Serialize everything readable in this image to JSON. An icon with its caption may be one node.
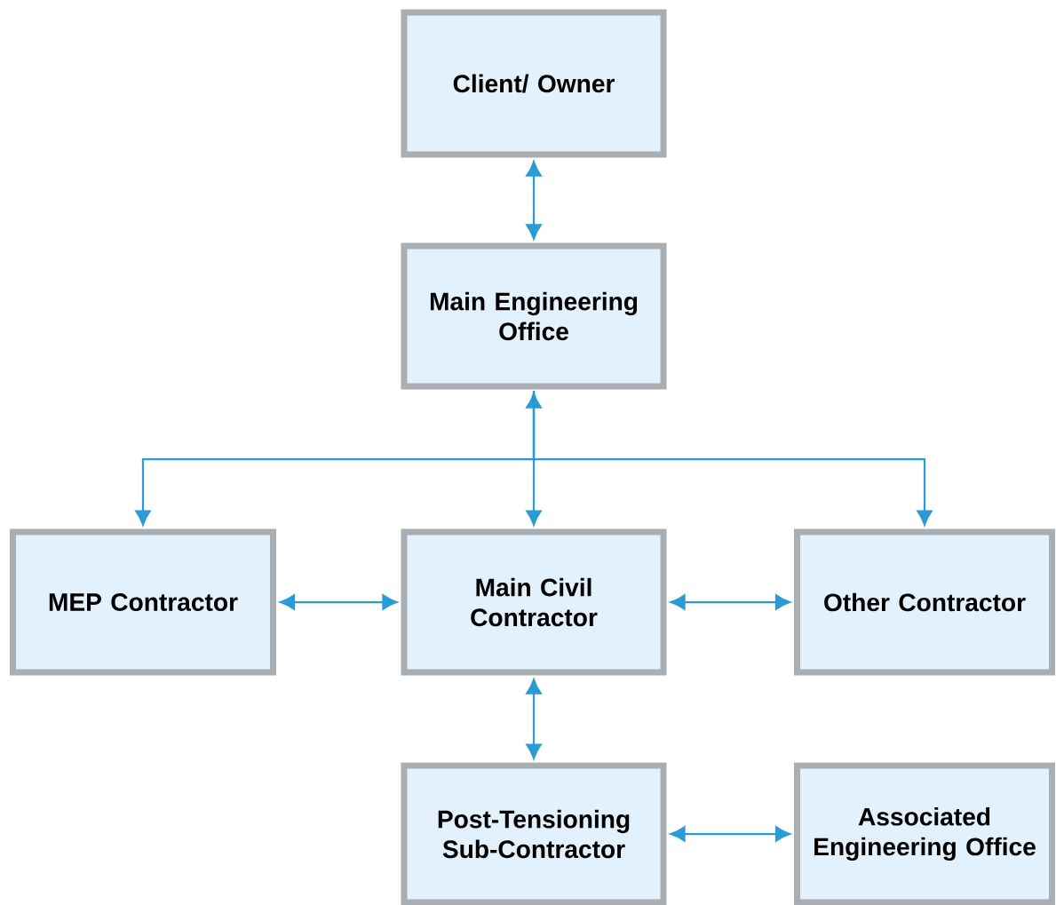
{
  "diagram": {
    "nodes": [
      {
        "text": [
          "Client/ Owner"
        ]
      },
      {
        "text": [
          "Main Engineering Office"
        ]
      },
      {
        "text": [
          "MEP Contractor"
        ]
      },
      {
        "text": [
          "Main Civil Contractor"
        ]
      },
      {
        "text": [
          "Other Contractor"
        ]
      },
      {
        "text": [
          "Post-Tensioning Sub-Contractor"
        ]
      },
      {
        "text": [
          "Associated Engineering Office"
        ]
      }
    ],
    "edges": [
      {
        "from": 0,
        "to": 1,
        "arrow": "both"
      },
      {
        "from": 1,
        "to": 3,
        "arrow": "both"
      },
      {
        "from": 1,
        "to": 2,
        "arrow": "to"
      },
      {
        "from": 1,
        "to": 4,
        "arrow": "to"
      },
      {
        "from": 2,
        "to": 3,
        "arrow": "both"
      },
      {
        "from": 3,
        "to": 4,
        "arrow": "both"
      },
      {
        "from": 3,
        "to": 5,
        "arrow": "both"
      },
      {
        "from": 5,
        "to": 6,
        "arrow": "both"
      }
    ]
  }
}
